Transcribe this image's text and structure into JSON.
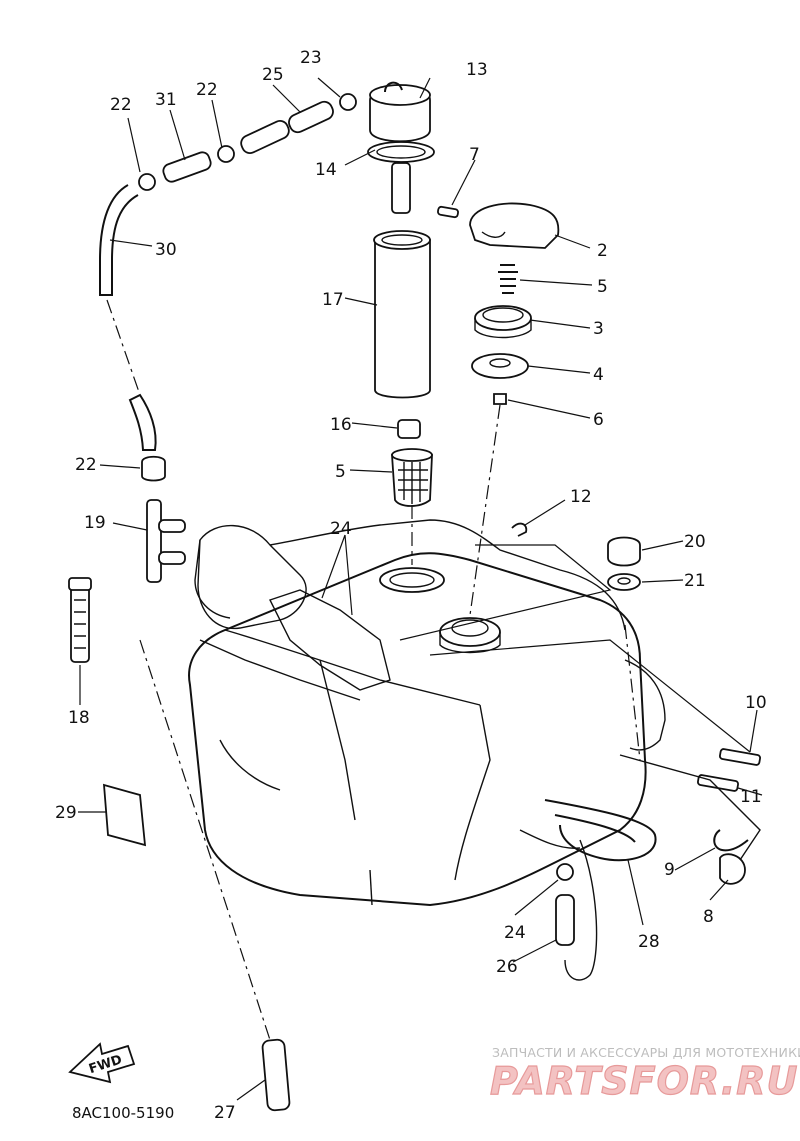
{
  "diagram": {
    "part_labels": {
      "p2": "2",
      "p3": "3",
      "p4": "4",
      "p5a": "5",
      "p5b": "5",
      "p6": "6",
      "p7": "7",
      "p8": "8",
      "p9": "9",
      "p10": "10",
      "p11": "11",
      "p12": "12",
      "p13": "13",
      "p14": "14",
      "p16": "16",
      "p17": "17",
      "p18": "18",
      "p19": "19",
      "p20": "20",
      "p21": "21",
      "p22a": "22",
      "p22b": "22",
      "p22c": "22",
      "p23": "23",
      "p24a": "24",
      "p24b": "24",
      "p25": "25",
      "p26": "26",
      "p27": "27",
      "p28": "28",
      "p29": "29",
      "p30": "30",
      "p31": "31"
    },
    "diagram_code": "8AC100-5190",
    "fwd_label": "FWD"
  },
  "watermark": {
    "caption": "ЗАПЧАСТИ И АКСЕССУАРЫ ДЛЯ МОТОТЕХНИКИ",
    "logo_text": "PARTSFOR.RU",
    "color": "#e79a9a"
  }
}
